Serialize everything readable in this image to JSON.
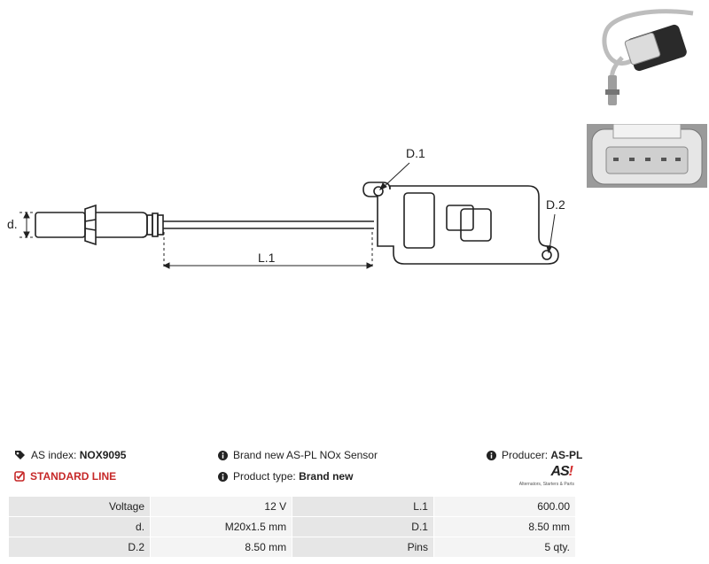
{
  "drawing": {
    "dim_d_label": "d.",
    "dim_L1_label": "L.1",
    "dim_D1_label": "D.1",
    "dim_D2_label": "D.2"
  },
  "info": {
    "as_index_label": "AS index:",
    "as_index_value": "NOX9095",
    "standard_line": "STANDARD LINE",
    "description": "Brand new AS-PL NOx Sensor",
    "product_type_label": "Product type:",
    "product_type_value": "Brand new",
    "producer_label": "Producer:",
    "producer_value": "AS-PL"
  },
  "logo": {
    "mark_a": "AS",
    "mark_b": "!",
    "subtitle": "Alternators, Starters & Parts"
  },
  "specs": [
    {
      "k1": "Voltage",
      "v1": "12 V",
      "k2": "L.1",
      "v2": "600.00"
    },
    {
      "k1": "d.",
      "v1": "M20x1.5 mm",
      "k2": "D.1",
      "v2": "8.50 mm"
    },
    {
      "k1": "D.2",
      "v1": "8.50 mm",
      "k2": "Pins",
      "v2": "5 qty."
    }
  ]
}
